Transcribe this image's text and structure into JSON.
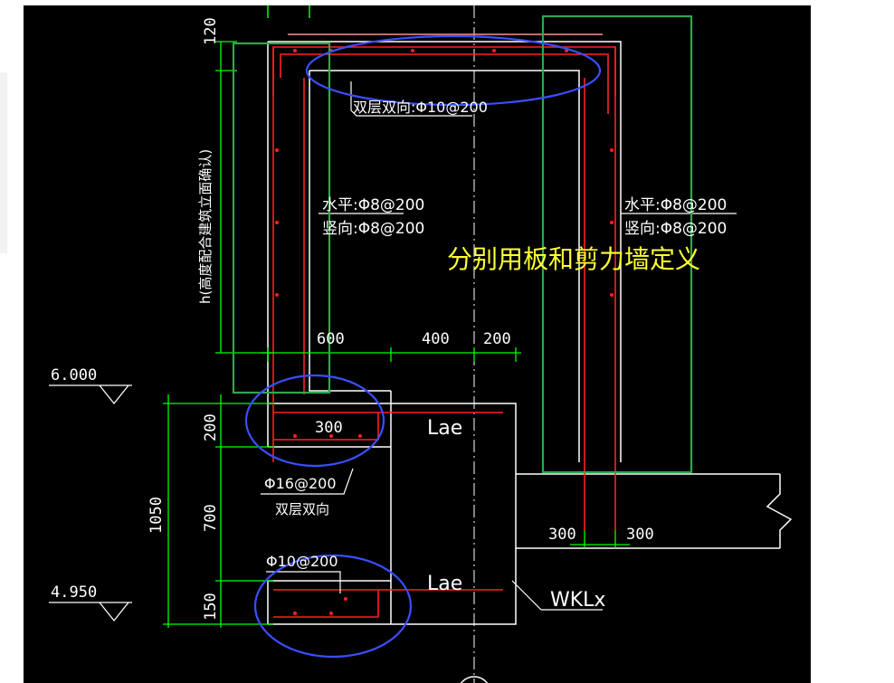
{
  "colors": {
    "background": "#000000",
    "rebar": "#ff2020",
    "dimension": "#00ff00",
    "outline": "#ffffff",
    "highlight_rect": "#2ea84a",
    "highlight_ellipse": "#3a4fff",
    "caption": "#ffff33"
  },
  "labels": {
    "dim_120": "120",
    "dim_h": "h(高度配合建筑立面确认)",
    "top_slab_rebar": "双层双向:Φ10@200",
    "left_wall_horizontal": "水平:Φ8@200",
    "left_wall_vertical": "竖向:Φ8@200",
    "right_wall_horizontal": "水平:Φ8@200",
    "right_wall_vertical": "竖向:Φ8@200",
    "caption": "分别用板和剪力墙定义",
    "dim_600": "600",
    "dim_400": "400",
    "dim_200_top": "200",
    "elev_top": "6.000",
    "elev_bottom": "4.950",
    "dim_200_left": "200",
    "dim_700": "700",
    "dim_150": "150",
    "dim_1050": "1050",
    "dim_300_inner": "300",
    "lae_upper": "Lae",
    "lae_lower": "Lae",
    "slab_rebar": "Φ16@200",
    "slab_rebar_note": "双层双向",
    "beam_slab_rebar": "Φ10@200",
    "dim_300_a": "300",
    "dim_300_b": "300",
    "beam_label": "WKLx"
  }
}
